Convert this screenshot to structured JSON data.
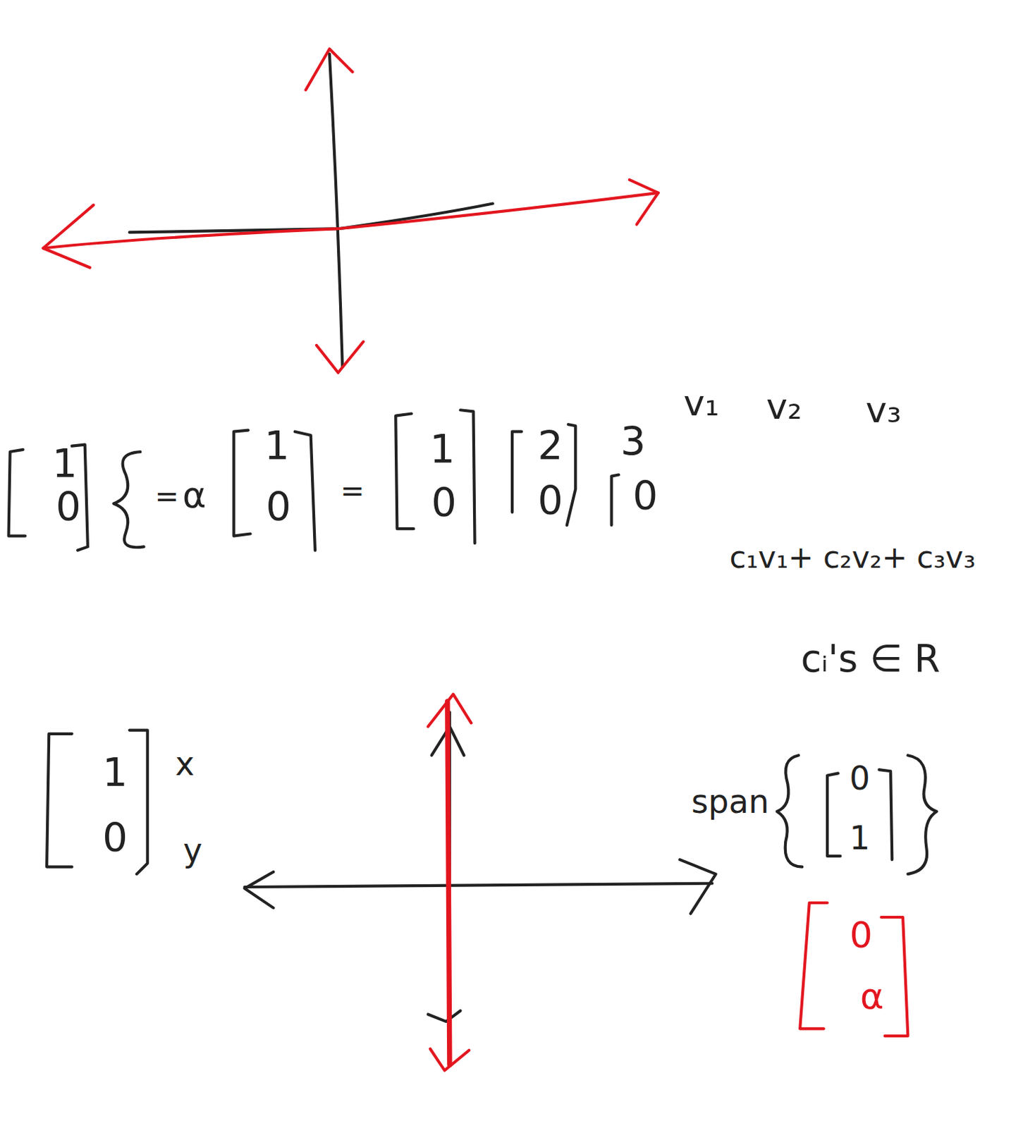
{
  "diagram": {
    "labels": [
      "1",
      "0",
      "=",
      "α",
      "1",
      "0",
      "=",
      "1",
      "0",
      "2",
      "0",
      "3",
      "0",
      "v₁",
      "v₂",
      "v₃",
      "c₁v₁+ c₂v₂+ c₃v₃",
      "cᵢ's ∈ R",
      "1",
      "0",
      "x",
      "y",
      "span",
      "0",
      "1",
      "0",
      "α"
    ]
  }
}
